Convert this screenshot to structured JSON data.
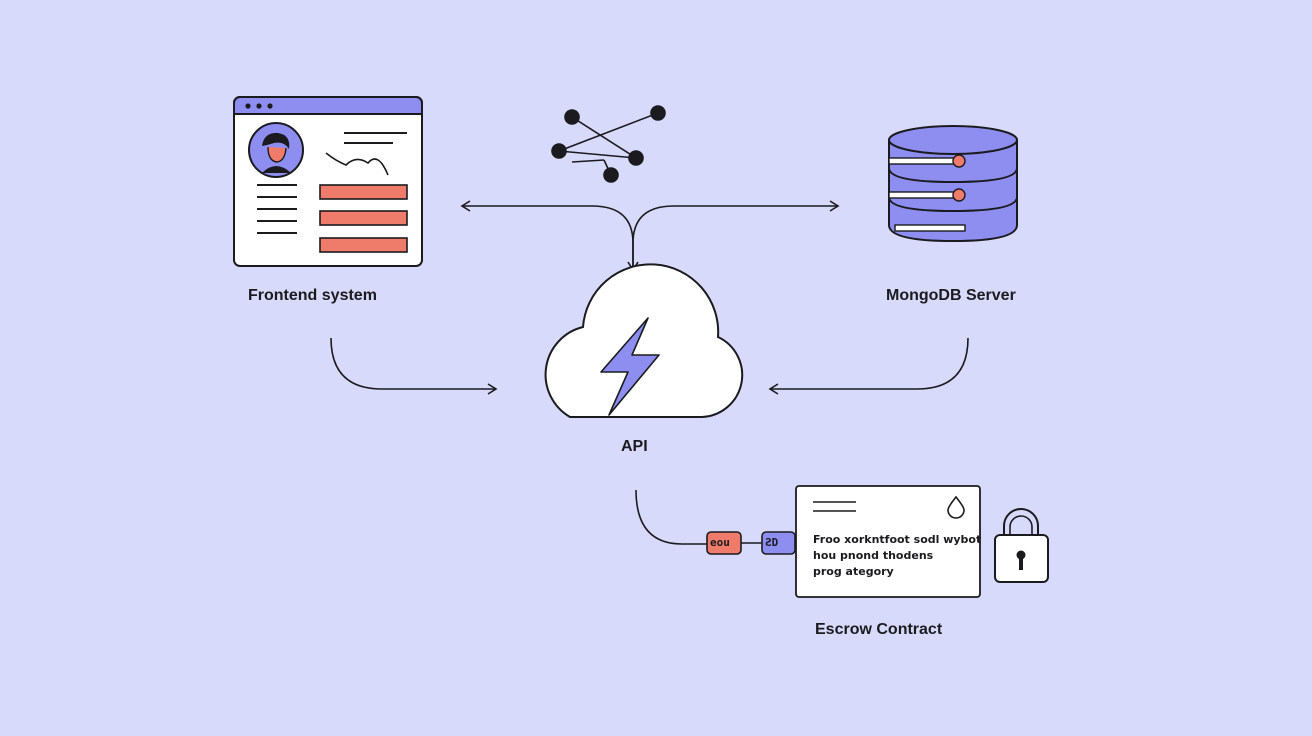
{
  "nodes": {
    "frontend": {
      "label": "Frontend system"
    },
    "mongodb": {
      "label": "MongoDB Server"
    },
    "api": {
      "label": "API"
    },
    "escrow": {
      "label": "Escrow Contract",
      "contract_lines": [
        "Froo xorkntfoot sodl wybot",
        "hou pnond thodens",
        "prog ategory"
      ],
      "tag_left": "eou",
      "tag_right": "ƧD"
    }
  },
  "colors": {
    "background": "#d8dafb",
    "accent_purple": "#8d8ef0",
    "accent_coral": "#ef7b6a",
    "stroke": "#1b1b1f",
    "panel": "#ffffff"
  },
  "icons": [
    "browser-window-icon",
    "graph-network-icon",
    "database-icon",
    "cloud-lightning-icon",
    "padlock-icon",
    "drop-icon"
  ]
}
